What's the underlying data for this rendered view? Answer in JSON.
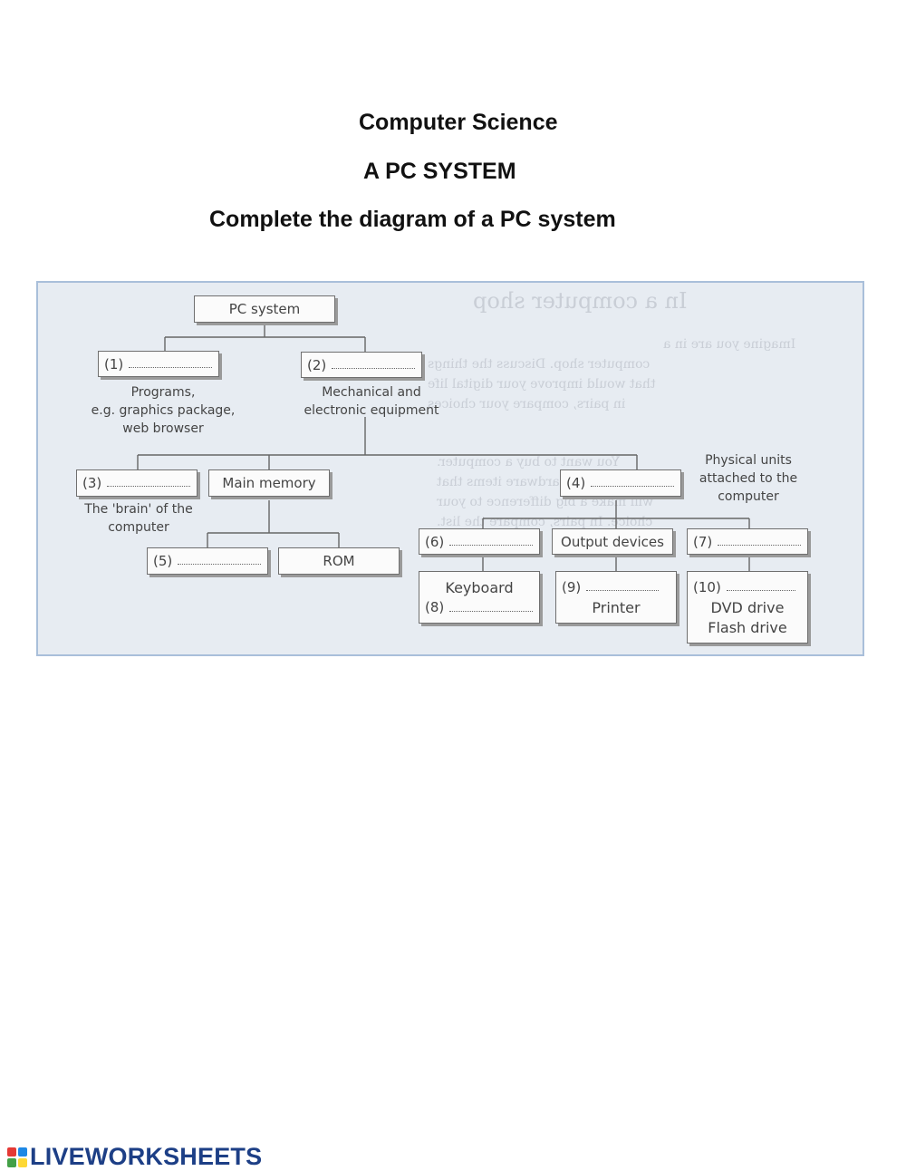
{
  "header": {
    "subject": "Computer Science",
    "topic": "A PC SYSTEM",
    "instruction": "Complete the diagram of a PC system"
  },
  "diagram": {
    "root": "PC system",
    "n1": "(1)",
    "n2": "(2)",
    "n1_caption": "Programs,\ne.g. graphics package,\nweb browser",
    "n2_caption": "Mechanical and\nelectronic equipment",
    "n3": "(3)",
    "main_memory": "Main memory",
    "n3_caption": "The 'brain' of the\ncomputer",
    "n4": "(4)",
    "n4_caption": "Physical units\nattached to the\ncomputer",
    "n5": "(5)",
    "rom": "ROM",
    "n6": "(6)",
    "output_devices": "Output devices",
    "n7": "(7)",
    "keyboard": "Keyboard",
    "n8": "(8)",
    "n9": "(9)",
    "printer": "Printer",
    "n10": "(10)",
    "dvd": "DVD drive",
    "flash": "Flash drive"
  },
  "background_text": {
    "title": "In a computer shop",
    "lines": [
      "Imagine you are in a",
      "computer shop. Discuss the things",
      "that would improve your digital life",
      "in pairs, compare your choices",
      "You want to buy a computer.",
      "Choose three hardware items that",
      "will make a big difference to your",
      "choice. In pairs, compare the list."
    ]
  },
  "footer": {
    "brand": "LIVEWORKSHEETS"
  }
}
